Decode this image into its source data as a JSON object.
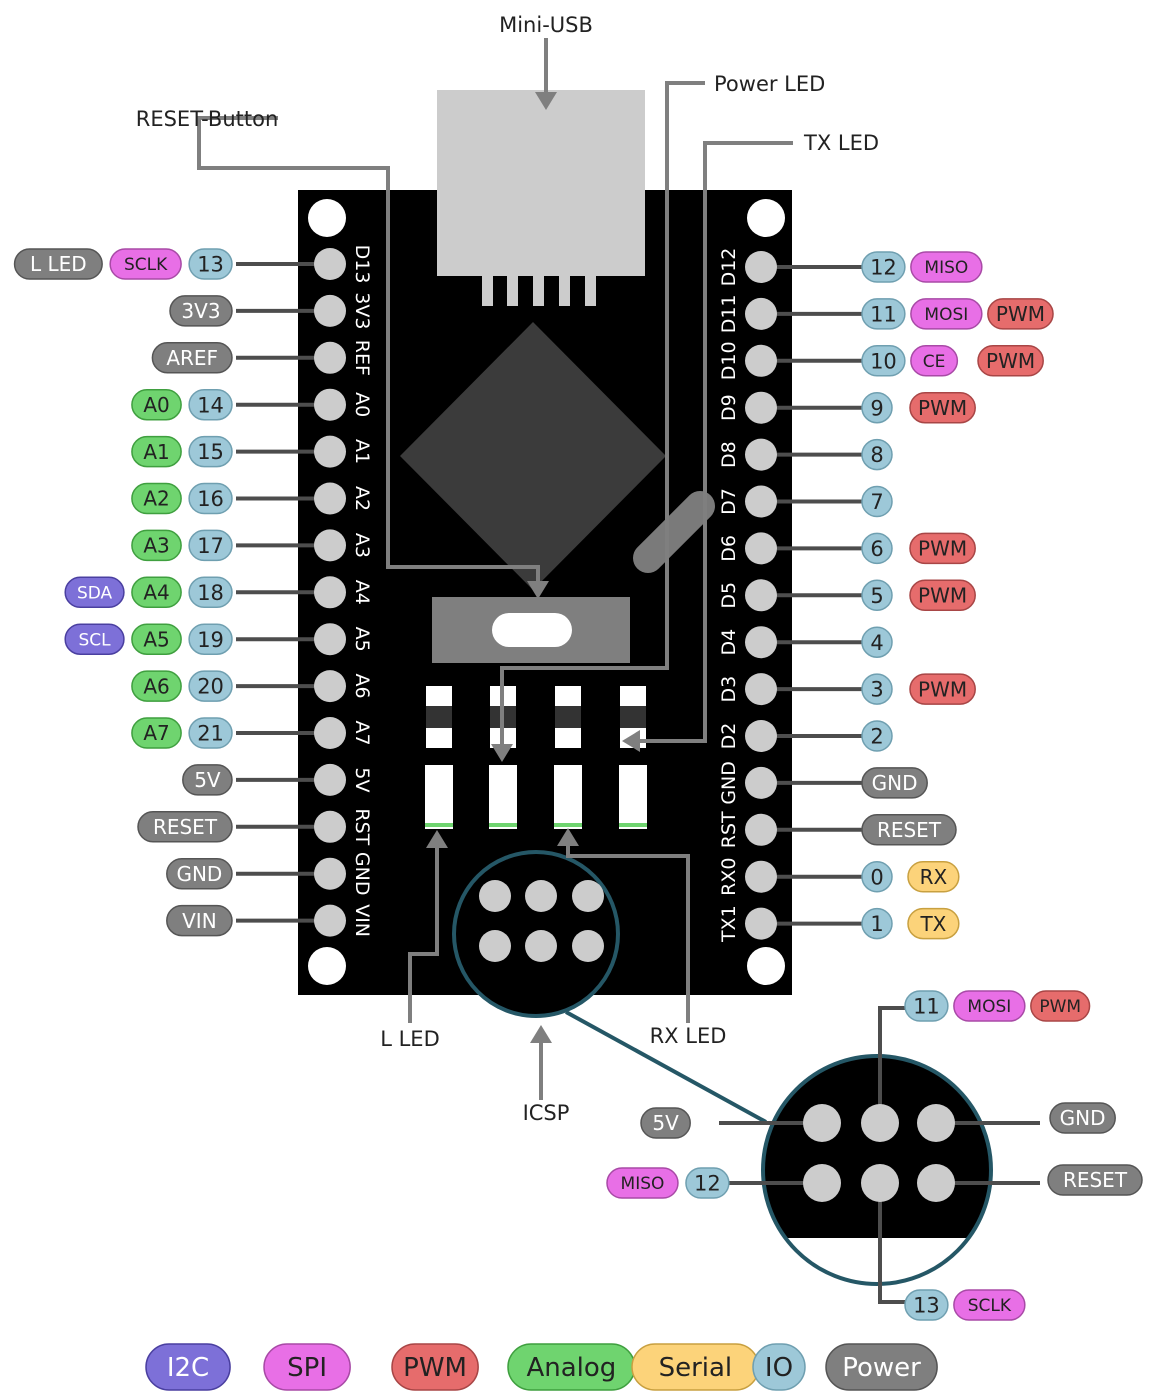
{
  "colors": {
    "io": "#9DC8D8",
    "power": "#7F7F7F",
    "analog": "#6FD46F",
    "spi": "#E86FE6",
    "pwm": "#E66C6C",
    "i2c": "#7D70D8",
    "serial": "#FCD37A",
    "board": "#000000",
    "wire": "#4D4D4D",
    "icsp_ring": "#255766"
  },
  "callouts": {
    "mini_usb": "Mini-USB",
    "power_led": "Power LED",
    "reset_button": "RESET-Button",
    "tx_led": "TX LED",
    "l_led": "L LED",
    "rx_led": "RX LED",
    "icsp": "ICSP"
  },
  "left_pins": [
    {
      "pin": "D13",
      "tags": [
        {
          "text": "L LED",
          "type": "power"
        },
        {
          "text": "SCLK",
          "type": "spi"
        },
        {
          "text": "13",
          "type": "io"
        }
      ]
    },
    {
      "pin": "3V3",
      "tags": [
        {
          "text": "3V3",
          "type": "power"
        }
      ]
    },
    {
      "pin": "REF",
      "tags": [
        {
          "text": "AREF",
          "type": "power"
        }
      ]
    },
    {
      "pin": "A0",
      "tags": [
        {
          "text": "A0",
          "type": "analog"
        },
        {
          "text": "14",
          "type": "io"
        }
      ]
    },
    {
      "pin": "A1",
      "tags": [
        {
          "text": "A1",
          "type": "analog"
        },
        {
          "text": "15",
          "type": "io"
        }
      ]
    },
    {
      "pin": "A2",
      "tags": [
        {
          "text": "A2",
          "type": "analog"
        },
        {
          "text": "16",
          "type": "io"
        }
      ]
    },
    {
      "pin": "A3",
      "tags": [
        {
          "text": "A3",
          "type": "analog"
        },
        {
          "text": "17",
          "type": "io"
        }
      ]
    },
    {
      "pin": "A4",
      "tags": [
        {
          "text": "SDA",
          "type": "i2c"
        },
        {
          "text": "A4",
          "type": "analog"
        },
        {
          "text": "18",
          "type": "io"
        }
      ]
    },
    {
      "pin": "A5",
      "tags": [
        {
          "text": "SCL",
          "type": "i2c"
        },
        {
          "text": "A5",
          "type": "analog"
        },
        {
          "text": "19",
          "type": "io"
        }
      ]
    },
    {
      "pin": "A6",
      "tags": [
        {
          "text": "A6",
          "type": "analog"
        },
        {
          "text": "20",
          "type": "io"
        }
      ]
    },
    {
      "pin": "A7",
      "tags": [
        {
          "text": "A7",
          "type": "analog"
        },
        {
          "text": "21",
          "type": "io"
        }
      ]
    },
    {
      "pin": "5V",
      "tags": [
        {
          "text": "5V",
          "type": "power"
        }
      ]
    },
    {
      "pin": "RST",
      "tags": [
        {
          "text": "RESET",
          "type": "power"
        }
      ]
    },
    {
      "pin": "GND",
      "tags": [
        {
          "text": "GND",
          "type": "power"
        }
      ]
    },
    {
      "pin": "VIN",
      "tags": [
        {
          "text": "VIN",
          "type": "power"
        }
      ]
    }
  ],
  "right_pins": [
    {
      "pin": "D12",
      "tags": [
        {
          "text": "12",
          "type": "io"
        },
        {
          "text": "MISO",
          "type": "spi"
        }
      ]
    },
    {
      "pin": "D11",
      "tags": [
        {
          "text": "11",
          "type": "io"
        },
        {
          "text": "MOSI",
          "type": "spi"
        },
        {
          "text": "PWM",
          "type": "pwm"
        }
      ]
    },
    {
      "pin": "D10",
      "tags": [
        {
          "text": "10",
          "type": "io"
        },
        {
          "text": "CE",
          "type": "spi"
        },
        {
          "text": "PWM",
          "type": "pwm"
        }
      ]
    },
    {
      "pin": "D9",
      "tags": [
        {
          "text": "9",
          "type": "io"
        },
        {
          "text": "PWM",
          "type": "pwm"
        }
      ]
    },
    {
      "pin": "D8",
      "tags": [
        {
          "text": "8",
          "type": "io"
        }
      ]
    },
    {
      "pin": "D7",
      "tags": [
        {
          "text": "7",
          "type": "io"
        }
      ]
    },
    {
      "pin": "D6",
      "tags": [
        {
          "text": "6",
          "type": "io"
        },
        {
          "text": "PWM",
          "type": "pwm"
        }
      ]
    },
    {
      "pin": "D5",
      "tags": [
        {
          "text": "5",
          "type": "io"
        },
        {
          "text": "PWM",
          "type": "pwm"
        }
      ]
    },
    {
      "pin": "D4",
      "tags": [
        {
          "text": "4",
          "type": "io"
        }
      ]
    },
    {
      "pin": "D3",
      "tags": [
        {
          "text": "3",
          "type": "io"
        },
        {
          "text": "PWM",
          "type": "pwm"
        }
      ]
    },
    {
      "pin": "D2",
      "tags": [
        {
          "text": "2",
          "type": "io"
        }
      ]
    },
    {
      "pin": "GND",
      "tags": [
        {
          "text": "GND",
          "type": "power"
        }
      ]
    },
    {
      "pin": "RST",
      "tags": [
        {
          "text": "RESET",
          "type": "power"
        }
      ]
    },
    {
      "pin": "RX0",
      "tags": [
        {
          "text": "0",
          "type": "io"
        },
        {
          "text": "RX",
          "type": "serial"
        }
      ]
    },
    {
      "pin": "TX1",
      "tags": [
        {
          "text": "1",
          "type": "io"
        },
        {
          "text": "TX",
          "type": "serial"
        }
      ]
    }
  ],
  "icsp": {
    "top_center": [
      {
        "text": "11",
        "type": "io"
      },
      {
        "text": "MOSI",
        "type": "spi"
      },
      {
        "text": "PWM",
        "type": "pwm"
      }
    ],
    "top_left": [
      {
        "text": "5V",
        "type": "power"
      }
    ],
    "top_right": [
      {
        "text": "GND",
        "type": "power"
      }
    ],
    "bottom_left": [
      {
        "text": "MISO",
        "type": "spi"
      },
      {
        "text": "12",
        "type": "io"
      }
    ],
    "bottom_right": [
      {
        "text": "RESET",
        "type": "power"
      }
    ],
    "bottom_center": [
      {
        "text": "13",
        "type": "io"
      },
      {
        "text": "SCLK",
        "type": "spi"
      }
    ]
  },
  "legend": [
    {
      "text": "I2C",
      "type": "i2c"
    },
    {
      "text": "SPI",
      "type": "spi"
    },
    {
      "text": "PWM",
      "type": "pwm"
    },
    {
      "text": "Analog",
      "type": "analog"
    },
    {
      "text": "Serial",
      "type": "serial"
    },
    {
      "text": "IO",
      "type": "io"
    },
    {
      "text": "Power",
      "type": "power"
    }
  ]
}
